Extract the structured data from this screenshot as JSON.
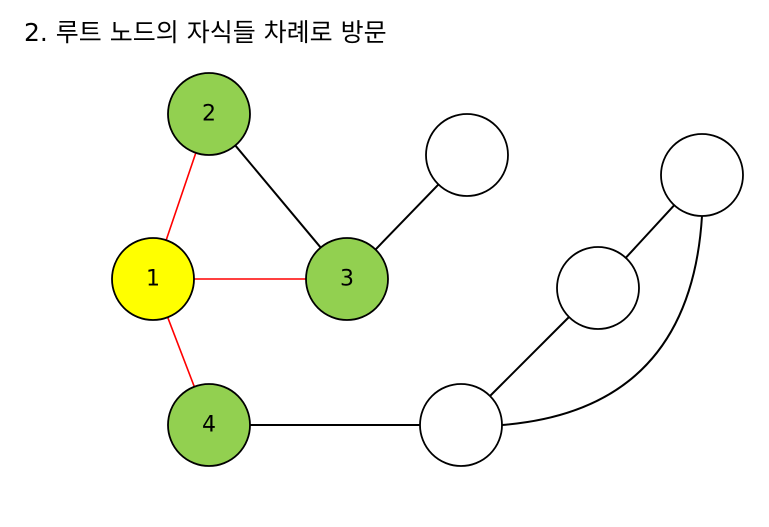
{
  "title": "2. 루트 노드의 자식들 차례로 방문",
  "colors": {
    "root": "#ffff00",
    "visited": "#92d050",
    "unvisited": "#ffffff",
    "visited_edge": "#ff0000",
    "edge": "#000000"
  },
  "nodes": [
    {
      "id": "n1",
      "label": "1",
      "state": "root"
    },
    {
      "id": "n2",
      "label": "2",
      "state": "visited"
    },
    {
      "id": "n3",
      "label": "3",
      "state": "visited"
    },
    {
      "id": "n4",
      "label": "4",
      "state": "visited"
    },
    {
      "id": "n5",
      "label": "",
      "state": "unvisited"
    },
    {
      "id": "n6",
      "label": "",
      "state": "unvisited"
    },
    {
      "id": "n7",
      "label": "",
      "state": "unvisited"
    },
    {
      "id": "n8",
      "label": "",
      "state": "unvisited"
    }
  ],
  "edges": [
    {
      "from": "n1",
      "to": "n2",
      "state": "visited"
    },
    {
      "from": "n1",
      "to": "n3",
      "state": "visited"
    },
    {
      "from": "n1",
      "to": "n4",
      "state": "visited"
    },
    {
      "from": "n2",
      "to": "n3",
      "state": "normal"
    },
    {
      "from": "n3",
      "to": "n5",
      "state": "normal"
    },
    {
      "from": "n4",
      "to": "n6",
      "state": "normal"
    },
    {
      "from": "n6",
      "to": "n7",
      "state": "normal"
    },
    {
      "from": "n7",
      "to": "n8",
      "state": "normal"
    },
    {
      "from": "n6",
      "to": "n8",
      "state": "normal"
    }
  ]
}
